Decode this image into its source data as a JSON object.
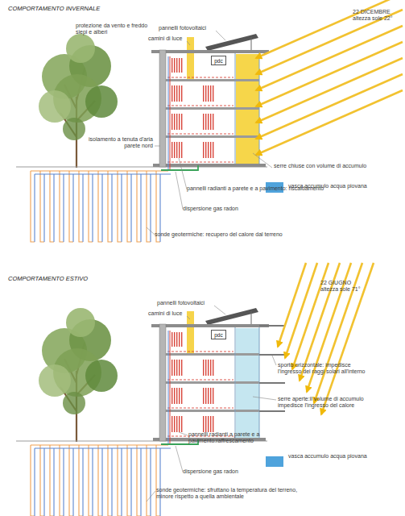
{
  "diagram": {
    "nodes": [
      {
        "text": [
          "pdc"
        ]
      },
      {
        "text": [
          "pdc"
        ]
      }
    ],
    "labels": [
      "COMPORTAMENTO INVERNALE",
      "protezione da vento e freddo siepi e alberi",
      "pannelli fotovoltaici",
      "camini di luce",
      "22 DICEMBRE altezza sole 22°",
      "isolamento a tenuta d'aria parete nord",
      "serre chiuse con volume di accumulo",
      "pannelli radianti a parete e a pavimento: riscaldamento",
      "vasca accumulo acqua piovana",
      "dispersione gas radon",
      "sonde geotermiche: recupero del calore dal terreno",
      "COMPORTAMENTO ESTIVO",
      "pannelli fotovoltaici",
      "camini di luce",
      "22 GIUGNO altezza sole 71°",
      "sporto orizzontale: impedisce l'ingresso dei raggi solari all'interno",
      "serre aperte:il volume di accumulo impedisce l'ingresso del calore",
      "vasca accumulo acqua piovana",
      "pannelli radianti a parete e a pavimento:raffrescamento",
      "dispersione gas radon",
      "sonde geotermiche: sfruttano la temperatura del terreno, minore rispetto a quella ambientale"
    ]
  }
}
